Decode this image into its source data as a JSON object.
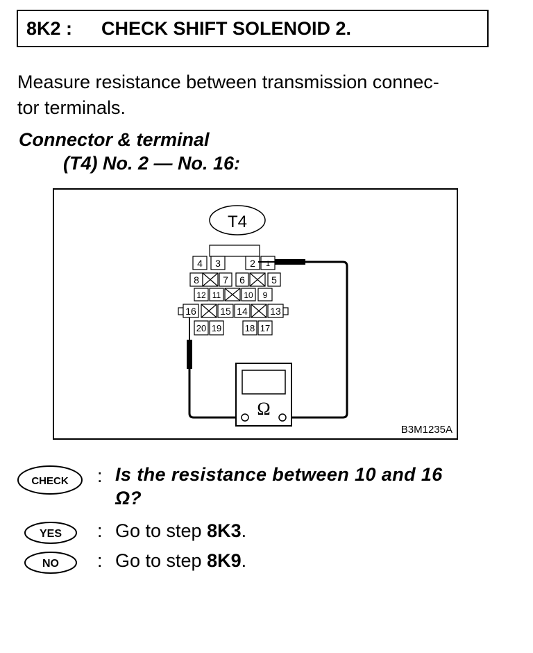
{
  "header": {
    "step": "8K2 :",
    "title": "CHECK SHIFT SOLENOID 2."
  },
  "instruction": {
    "line1": "Measure resistance between transmission connec-",
    "line2": "tor terminals."
  },
  "connector": {
    "heading": "Connector & terminal",
    "terminals": "(T4) No. 2 — No. 16:"
  },
  "figure": {
    "connector_label": "T4",
    "meter_symbol": "Ω",
    "figure_code": "B3M1235A",
    "terminals": {
      "t1": "1",
      "t2": "2",
      "t3": "3",
      "t4": "4",
      "t5": "5",
      "t6": "6",
      "t7": "7",
      "t8": "8",
      "t9": "9",
      "t10": "10",
      "t11": "11",
      "t12": "12",
      "t13": "13",
      "t14": "14",
      "t15": "15",
      "t16": "16",
      "t17": "17",
      "t18": "18",
      "t19": "19",
      "t20": "20"
    }
  },
  "check": {
    "badge": "CHECK",
    "colon": ":",
    "question_line1": "Is the resistance between 10 and 16",
    "question_line2": "Ω?"
  },
  "yes": {
    "badge": "YES",
    "colon": ":",
    "text": "Go to step ",
    "step": "8K3",
    "period": "."
  },
  "no": {
    "badge": "NO",
    "colon": ":",
    "text": "Go to step ",
    "step": "8K9",
    "period": "."
  },
  "colors": {
    "ink": "#000000",
    "paper": "#ffffff"
  }
}
